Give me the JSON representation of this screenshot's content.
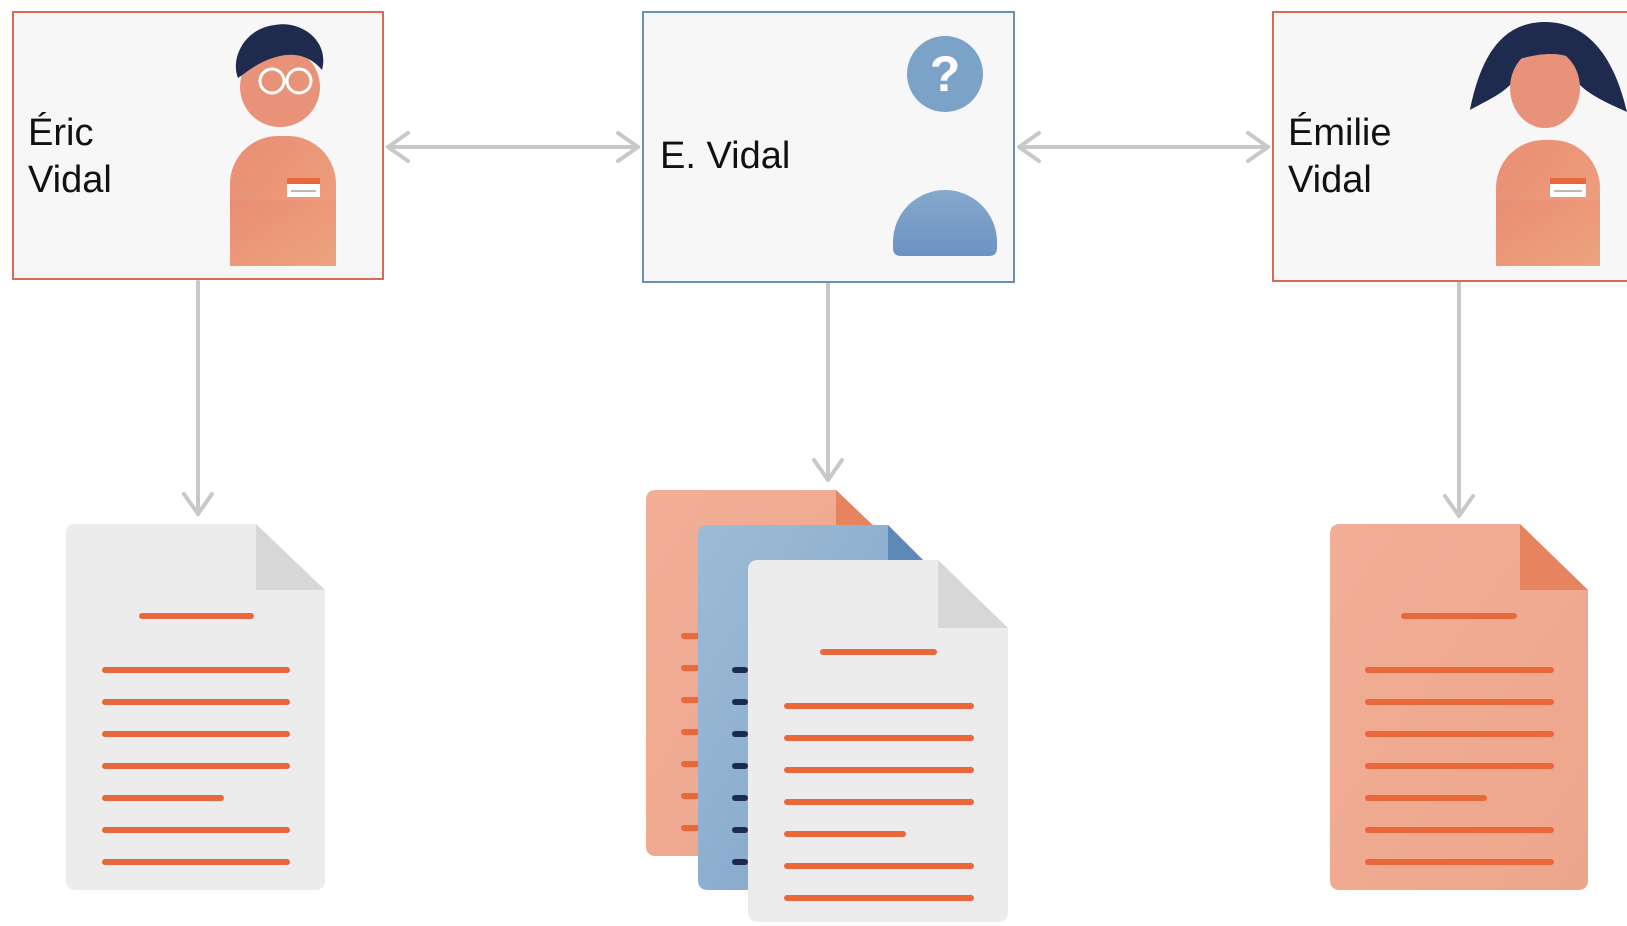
{
  "cards": [
    {
      "id": "eric",
      "name": "Éric\nVidal",
      "person": "man-with-glasses-icon"
    },
    {
      "id": "evidal",
      "name": "E. Vidal",
      "person": "unknown-person-icon"
    },
    {
      "id": "emilie",
      "name": "Émilie\nVidal",
      "person": "woman-icon"
    }
  ],
  "documents": [
    {
      "id": "eric-doc",
      "color": "#ececec",
      "kind": "single"
    },
    {
      "id": "evidal-docs",
      "colors": [
        "#f0a487",
        "#8fb2d0",
        "#ececec"
      ],
      "kind": "stack"
    },
    {
      "id": "emilie-doc",
      "color": "#f1a78c",
      "kind": "single"
    }
  ],
  "colors": {
    "accent_orange": "#e8683c",
    "accent_blue": "#6f97c2",
    "arrow_gray": "#c8c8c8",
    "hair_navy": "#1f2a4f"
  }
}
